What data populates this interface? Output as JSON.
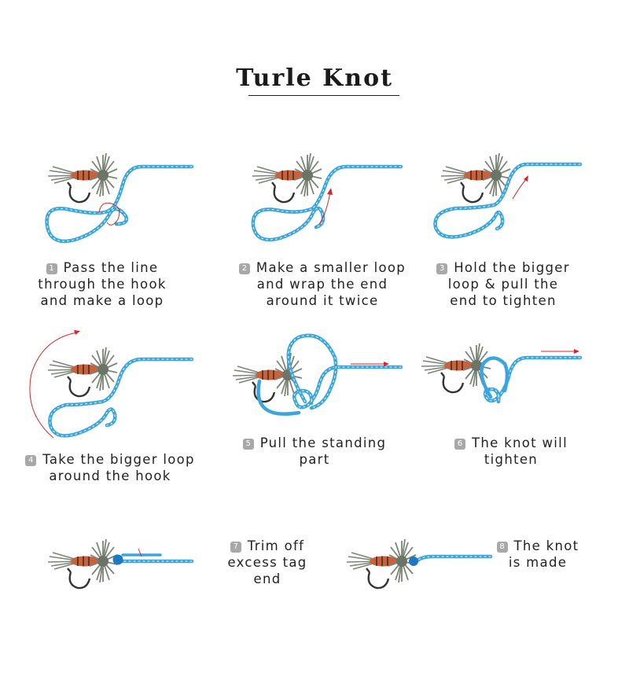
{
  "title": "Turle Knot",
  "colors": {
    "line": "#3ba6de",
    "line_dark": "#1f78c2",
    "arrow": "#d8262b",
    "body": "#c8623d",
    "hackle": "#7b8477",
    "hook": "#333333"
  },
  "steps": [
    {
      "num": "1",
      "lines": [
        "Pass the line",
        "through the hook",
        "and make a loop"
      ]
    },
    {
      "num": "2",
      "lines": [
        "Make a smaller loop",
        "and wrap the end",
        "around it twice"
      ]
    },
    {
      "num": "3",
      "lines": [
        "Hold the bigger",
        "loop & pull the",
        "end to tighten"
      ]
    },
    {
      "num": "4",
      "lines": [
        "Take the bigger loop",
        "around the hook"
      ]
    },
    {
      "num": "5",
      "lines": [
        "Pull the standing",
        "part"
      ]
    },
    {
      "num": "6",
      "lines": [
        "The knot will",
        "tighten"
      ]
    },
    {
      "num": "7",
      "lines": [
        "Trim off",
        "excess tag",
        "end"
      ]
    },
    {
      "num": "8",
      "lines": [
        "The knot",
        "is made"
      ]
    }
  ]
}
